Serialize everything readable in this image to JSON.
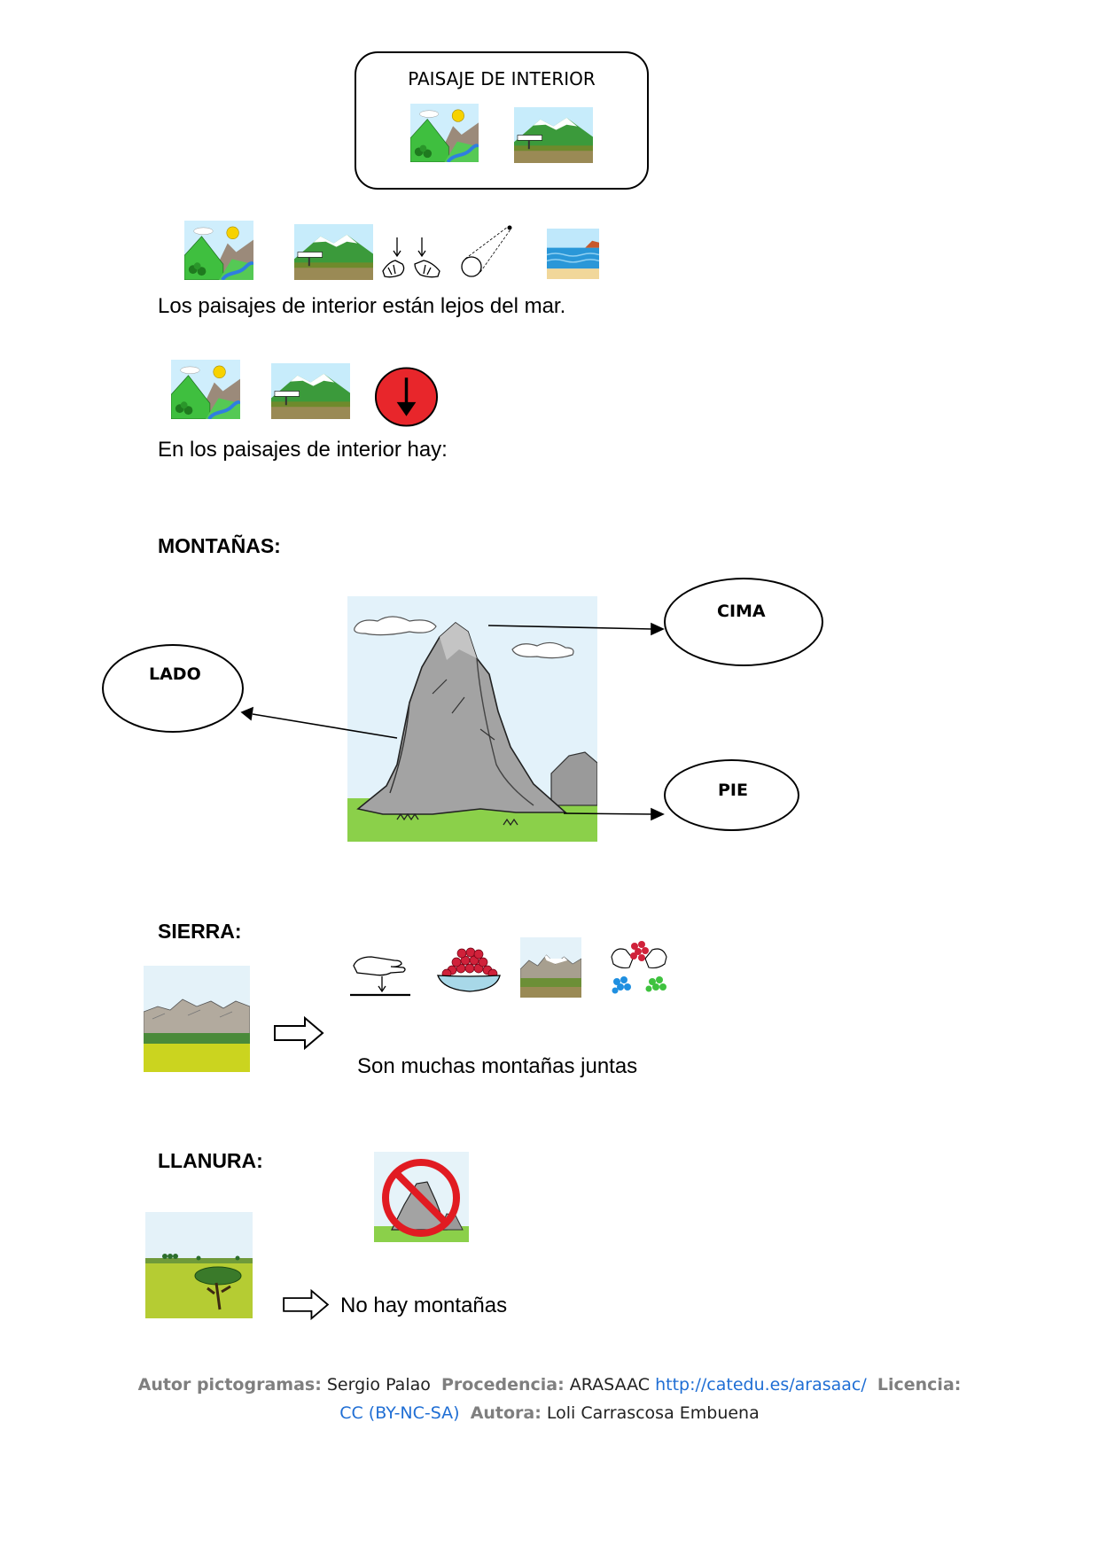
{
  "title_box": {
    "title": "PAISAJE DE INTERIOR",
    "icons": [
      "landscape-icon",
      "mountain-with-sign-icon"
    ]
  },
  "sentence_1": {
    "text": "Los paisajes de interior están lejos del mar.",
    "icons": [
      "landscape-icon",
      "mountain-with-sign-icon",
      "hands-pointing-down-icon",
      "far-distance-icon",
      "sea-icon"
    ]
  },
  "sentence_2": {
    "text": "En los paisajes de interior hay:",
    "icons": [
      "landscape-icon",
      "mountain-with-sign-icon",
      "red-down-arrow-circle-icon"
    ]
  },
  "mountains": {
    "heading": "MONTAÑAS:",
    "labels": {
      "top": "CIMA",
      "side": "LADO",
      "foot": "PIE"
    },
    "icon": "mountain-parts-icon"
  },
  "sierra": {
    "heading": "SIERRA:",
    "text": "Son muchas montañas juntas",
    "icons": [
      "sierra-icon",
      "outline-arrow-right-icon",
      "hand-placing-icon",
      "bowl-of-berries-icon",
      "mountain-range-icon",
      "group-of-dots-icon"
    ]
  },
  "llanura": {
    "heading": "LLANURA:",
    "text": "No hay montañas",
    "icons": [
      "plain-icon",
      "outline-arrow-right-icon",
      "no-mountain-icon"
    ]
  },
  "footer": {
    "author_label": "Autor pictogramas:",
    "author": "Sergio Palao",
    "source_label": "Procedencia:",
    "source": "ARASAAC",
    "url": "http://catedu.es/arasaac/",
    "license_label": "Licencia:",
    "license": "CC (BY-NC-SA)",
    "authoress_label": "Autora:",
    "authoress": "Loli Carrascosa Embuena"
  }
}
